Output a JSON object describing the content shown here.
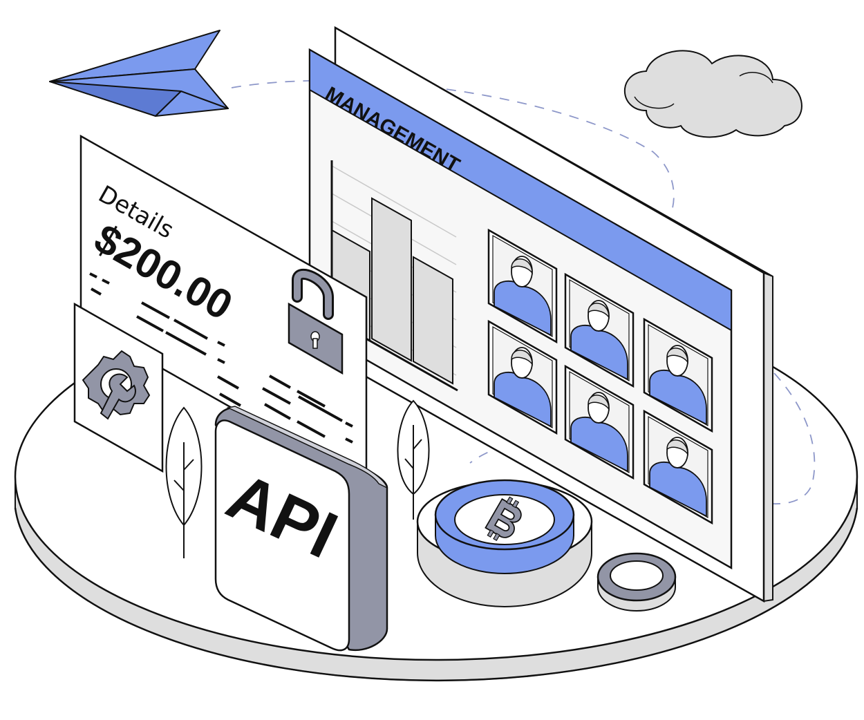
{
  "management_panel": {
    "title": "MANAGEMENT"
  },
  "details_card": {
    "label": "Details",
    "amount": "$200.00"
  },
  "api_block": {
    "label": "API"
  },
  "colors": {
    "accent_blue": "#7b9aee",
    "slate": "#9295a6",
    "light_gray": "#dedede",
    "outline": "#111111"
  },
  "icons": [
    "paper-plane-icon",
    "cloud-icon",
    "padlock-icon",
    "gear-wrench-icon",
    "bitcoin-coin-icon",
    "user-avatar-icon",
    "tree-icon",
    "ring-icon"
  ]
}
